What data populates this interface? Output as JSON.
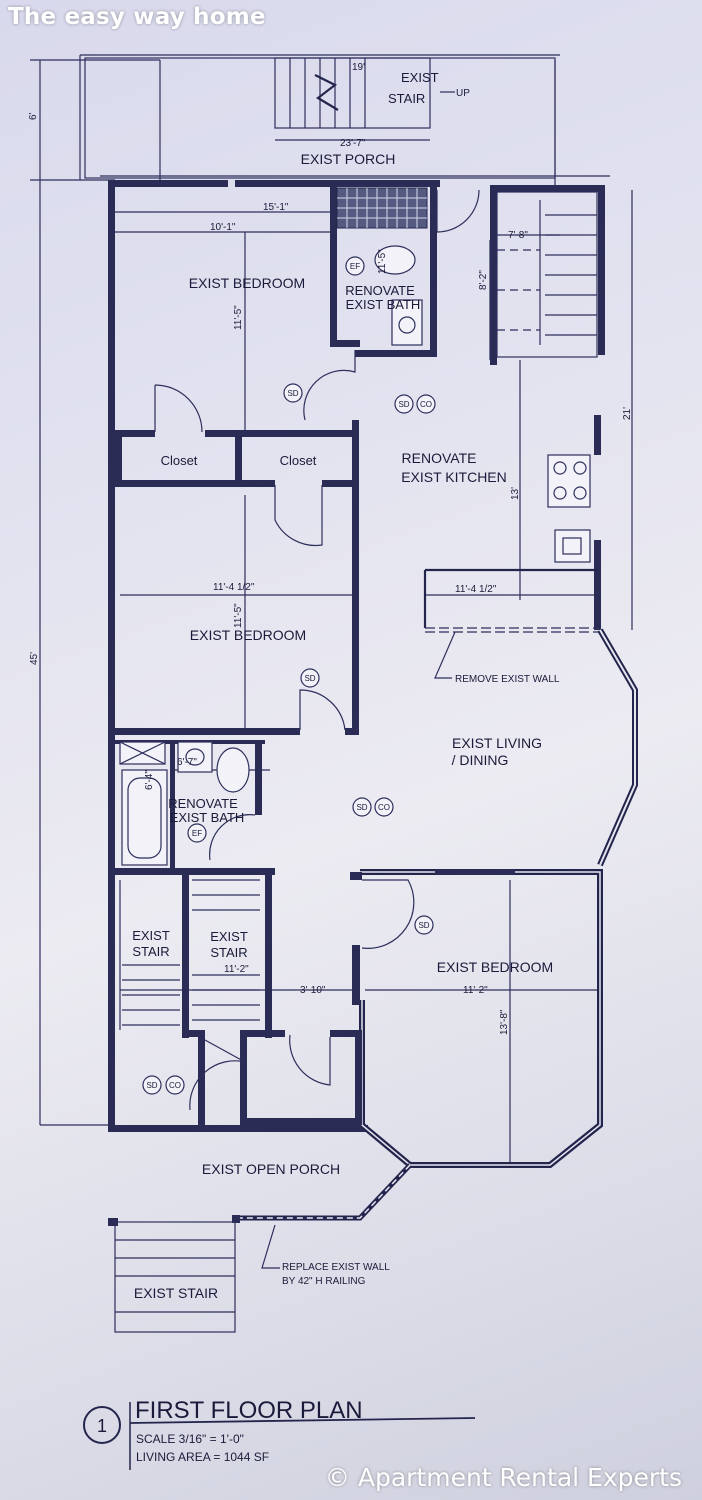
{
  "watermark": {
    "top": "The easy way home",
    "bottom": "© Apartment Rental Experts"
  },
  "plan": {
    "title": "FIRST FLOOR PLAN",
    "number": "1",
    "scale": "SCALE  3/16\" = 1'-0\"",
    "living_area": "LIVING AREA = 1044 SF"
  },
  "rooms": {
    "porch_top": "EXIST PORCH",
    "stair_top_1": "EXIST",
    "stair_top_2": "STAIR",
    "stair_up": "UP",
    "bedroom_1": "EXIST BEDROOM",
    "bath_1_a": "RENOVATE",
    "bath_1_b": "EXIST BATH",
    "closet_1": "Closet",
    "closet_2": "Closet",
    "kitchen_a": "RENOVATE",
    "kitchen_b": "EXIST KITCHEN",
    "bedroom_2": "EXIST BEDROOM",
    "living_a": "EXIST LIVING",
    "living_b": "/ DINING",
    "bath_2_a": "RENOVATE",
    "bath_2_b": "EXIST BATH",
    "stair_l_a": "EXIST",
    "stair_l_b": "STAIR",
    "stair_m_a": "EXIST",
    "stair_m_b": "STAIR",
    "bedroom_3": "EXIST BEDROOM",
    "open_porch": "EXIST OPEN PORCH",
    "stair_bottom": "EXIST STAIR"
  },
  "notes": {
    "remove_wall": "REMOVE EXIST WALL",
    "replace_wall_a": "REPLACE EXIST WALL",
    "replace_wall_b": "BY 42\" H RAILING"
  },
  "symbols": {
    "sd": "SD",
    "co": "CO",
    "ef": "EF"
  },
  "dimensions": {
    "d19": "19'",
    "d6": "6'",
    "d23_7": "23'-7\"",
    "d15_1": "15'-1\"",
    "d10_1": "10'-1\"",
    "d7_8": "7'-8\"",
    "d8_2": "8'-2\"",
    "d11_5a": "11'-5\"",
    "d21": "21'",
    "d13": "13'",
    "d45": "45'",
    "d11_4a": "11'-4 1/2\"",
    "d11_4b": "11'-4 1/2\"",
    "d11_5b": "11'-5\"",
    "d6_7": "6'-7\"",
    "d6_4": "6'-4\"",
    "d11_2a": "11'-2\"",
    "d11_2b": "11'-2\"",
    "d3_10": "3'-10\"",
    "d13_8": "13'-8\""
  }
}
